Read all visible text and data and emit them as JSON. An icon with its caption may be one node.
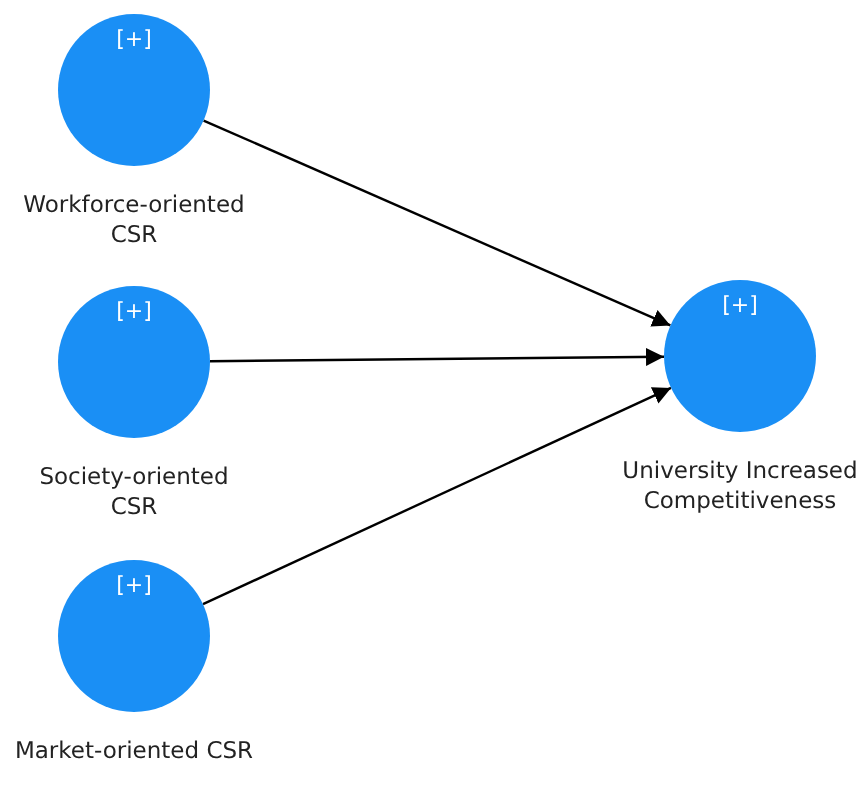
{
  "diagram": {
    "nodes": [
      {
        "text": [
          "[+]",
          "Workforce-oriented CSR"
        ]
      },
      {
        "text": [
          "[+]",
          "Society-oriented CSR"
        ]
      },
      {
        "text": [
          "[+]",
          "Market-oriented CSR"
        ]
      },
      {
        "text": [
          "[+]",
          "University Increased Competitiveness"
        ]
      }
    ],
    "edges": [
      {
        "from": 0,
        "to": 3,
        "arrow": "to"
      },
      {
        "from": 1,
        "to": 3,
        "arrow": "to"
      },
      {
        "from": 2,
        "to": 3,
        "arrow": "to"
      }
    ]
  }
}
